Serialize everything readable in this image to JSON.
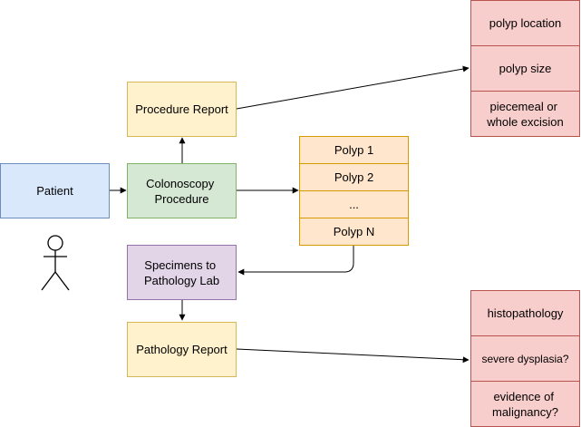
{
  "colors": {
    "blue_fill": "#dae8fc",
    "blue_stroke": "#6c8ebf",
    "green_fill": "#d5e8d4",
    "green_stroke": "#82b366",
    "yellow_fill": "#fff2cc",
    "yellow_stroke": "#d6b656",
    "orange_fill": "#ffe6cc",
    "orange_stroke": "#d79b00",
    "purple_fill": "#e1d5e7",
    "purple_stroke": "#9673a6",
    "red_fill": "#f8cecc",
    "red_stroke": "#b85450"
  },
  "nodes": {
    "patient": "Patient",
    "colonoscopy": [
      "Colonoscopy",
      "Procedure"
    ],
    "procedure_report": "Procedure Report",
    "specimens": [
      "Specimens to",
      "Pathology Lab"
    ],
    "pathology_report": "Pathology Report"
  },
  "polyps": [
    "Polyp 1",
    "Polyp 2",
    "...",
    "Polyp N"
  ],
  "procedure_fields": [
    [
      "polyp location"
    ],
    [
      "polyp size"
    ],
    [
      "piecemeal or",
      "whole excision"
    ]
  ],
  "pathology_fields": [
    [
      "histopathology"
    ],
    [
      "severe dysplasia?"
    ],
    [
      "evidence of",
      "malignancy?"
    ]
  ],
  "icons": {
    "patient": "person-icon"
  }
}
